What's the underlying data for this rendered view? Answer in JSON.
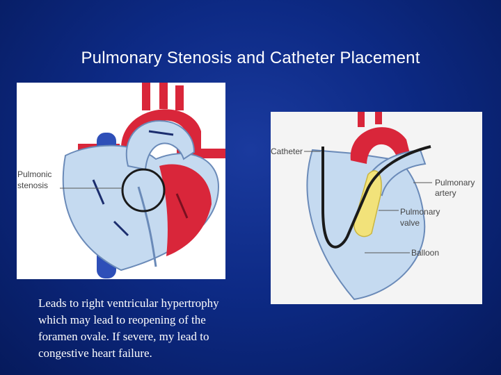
{
  "slide": {
    "title": "Pulmonary Stenosis and Catheter Placement",
    "caption": "Leads to right ventricular hypertrophy which may lead to reopening of the foramen ovale. If severe, my lead to congestive heart failure."
  },
  "left_figure": {
    "label_line1": "Pulmonic",
    "label_line2": "stenosis"
  },
  "right_figure": {
    "catheter_label": "Catheter",
    "pulmonary_artery_line1": "Pulmonary",
    "pulmonary_artery_line2": "artery",
    "pulmonary_valve_line1": "Pulmonary",
    "pulmonary_valve_line2": "valve",
    "balloon_label": "Balloon"
  },
  "colors": {
    "background": "#0d2a85",
    "artery_red": "#d9263a",
    "vein_blue": "#2e4fb8",
    "chamber_light_blue": "#c5daf0",
    "balloon_yellow": "#f2e27a"
  }
}
